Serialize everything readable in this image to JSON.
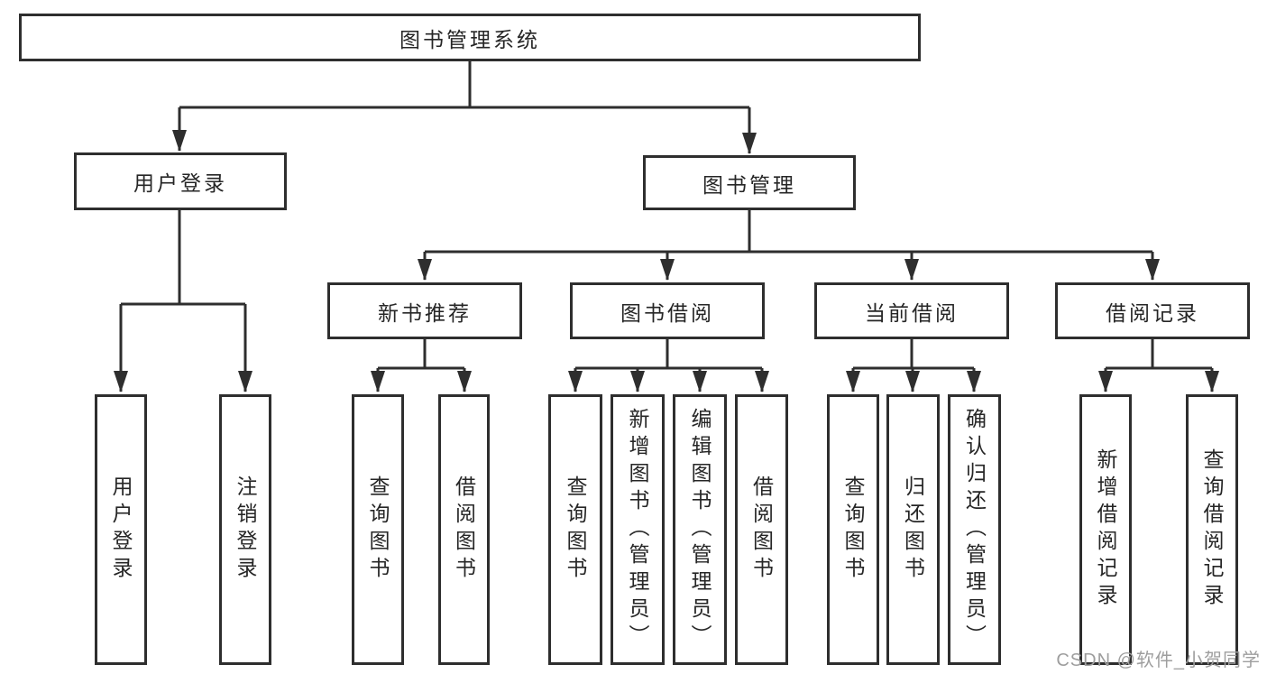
{
  "tree": {
    "label": "图书管理系统",
    "children": [
      {
        "label": "用户登录",
        "children": [
          {
            "label": "用户登录"
          },
          {
            "label": "注销登录"
          }
        ]
      },
      {
        "label": "图书管理",
        "children": [
          {
            "label": "新书推荐",
            "children": [
              {
                "label": "查询图书"
              },
              {
                "label": "借阅图书"
              }
            ]
          },
          {
            "label": "图书借阅",
            "children": [
              {
                "label": "查询图书"
              },
              {
                "label": "新增图书（管理员）"
              },
              {
                "label": "编辑图书（管理员）"
              },
              {
                "label": "借阅图书"
              }
            ]
          },
          {
            "label": "当前借阅",
            "children": [
              {
                "label": "查询图书"
              },
              {
                "label": "归还图书"
              },
              {
                "label": "确认归还（管理员）"
              }
            ]
          },
          {
            "label": "借阅记录",
            "children": [
              {
                "label": "新增借阅记录"
              },
              {
                "label": "查询借阅记录"
              }
            ]
          }
        ]
      }
    ]
  },
  "watermark": "CSDN @软件_小贺同学",
  "colors": {
    "line": "#2e2e2e",
    "text": "#262626",
    "watermark": "#9e9e9e",
    "background": "#ffffff"
  }
}
